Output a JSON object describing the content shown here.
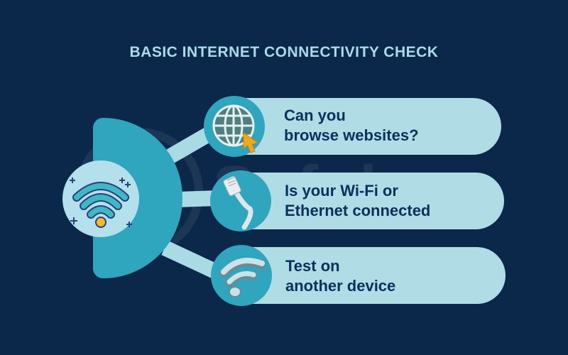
{
  "title": "BASIC INTERNET CONNECTIVITY CHECK",
  "hub": {
    "icon": "wifi-icon"
  },
  "watermark": {
    "text": "Safelyo",
    "icon": "shield-lock-icon"
  },
  "items": [
    {
      "line1": "Can you",
      "line2": "browse websites?",
      "icon": "globe-cursor-icon"
    },
    {
      "line1": "Is your Wi-Fi or",
      "line2": "Ethernet connected",
      "icon": "ethernet-cable-icon"
    },
    {
      "line1": "Test on",
      "line2": "another device",
      "icon": "wifi-3d-icon"
    }
  ],
  "colors": {
    "background": "#0b274a",
    "title": "#a9dbe8",
    "hub": "#2fa6bd",
    "card": "#b0dce6",
    "text": "#0d2f5c",
    "accent": "#f5b82e"
  }
}
